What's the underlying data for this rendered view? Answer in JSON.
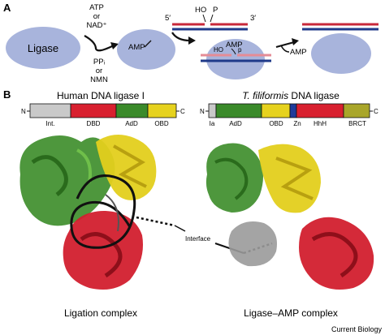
{
  "panel_a": {
    "label": "A",
    "ligase_label": "Ligase",
    "cofactor_in": [
      "ATP",
      "or",
      "NAD⁺"
    ],
    "products_out": [
      "PPᵢ",
      "or",
      "NMN"
    ],
    "amp_label_1": "AMP",
    "dna_5prime": "5′",
    "dna_3prime": "3′",
    "ho_label": "HO",
    "p_label": "P",
    "amp_label_2": "AMP",
    "ho_label_2": "HO",
    "p_label_2": "p",
    "amp_released": "AMP",
    "colors": {
      "ellipse": "#a8b4dc",
      "strand_red": "#c8283a",
      "strand_blue": "#1f3a8a",
      "strand_pink": "#e58c96"
    }
  },
  "panel_b": {
    "label": "B",
    "left_title": "Human DNA ligase I",
    "right_title_italic": "T. filiformis",
    "right_title_rest": " DNA ligase",
    "terminal_n": "N",
    "terminal_c": "C",
    "left_domains": [
      {
        "name": "Int.",
        "color": "#c9c9c9"
      },
      {
        "name": "DBD",
        "color": "#d8202f"
      },
      {
        "name": "AdD",
        "color": "#3a8a2a"
      },
      {
        "name": "OBD",
        "color": "#e6d21e"
      }
    ],
    "right_domains": [
      {
        "name": "Ia",
        "color": "#c9c9c9"
      },
      {
        "name": "AdD",
        "color": "#3a8a2a"
      },
      {
        "name": "OBD",
        "color": "#e6d21e"
      },
      {
        "name": "Zn",
        "color": "#1f3a9a"
      },
      {
        "name": "HhH",
        "color": "#d8202f"
      },
      {
        "name": "BRCT",
        "color": "#a9a62a"
      }
    ],
    "interface_label": "Interface",
    "left_caption": "Ligation complex",
    "right_caption": "Ligase–AMP complex"
  },
  "credit": "Current Biology"
}
